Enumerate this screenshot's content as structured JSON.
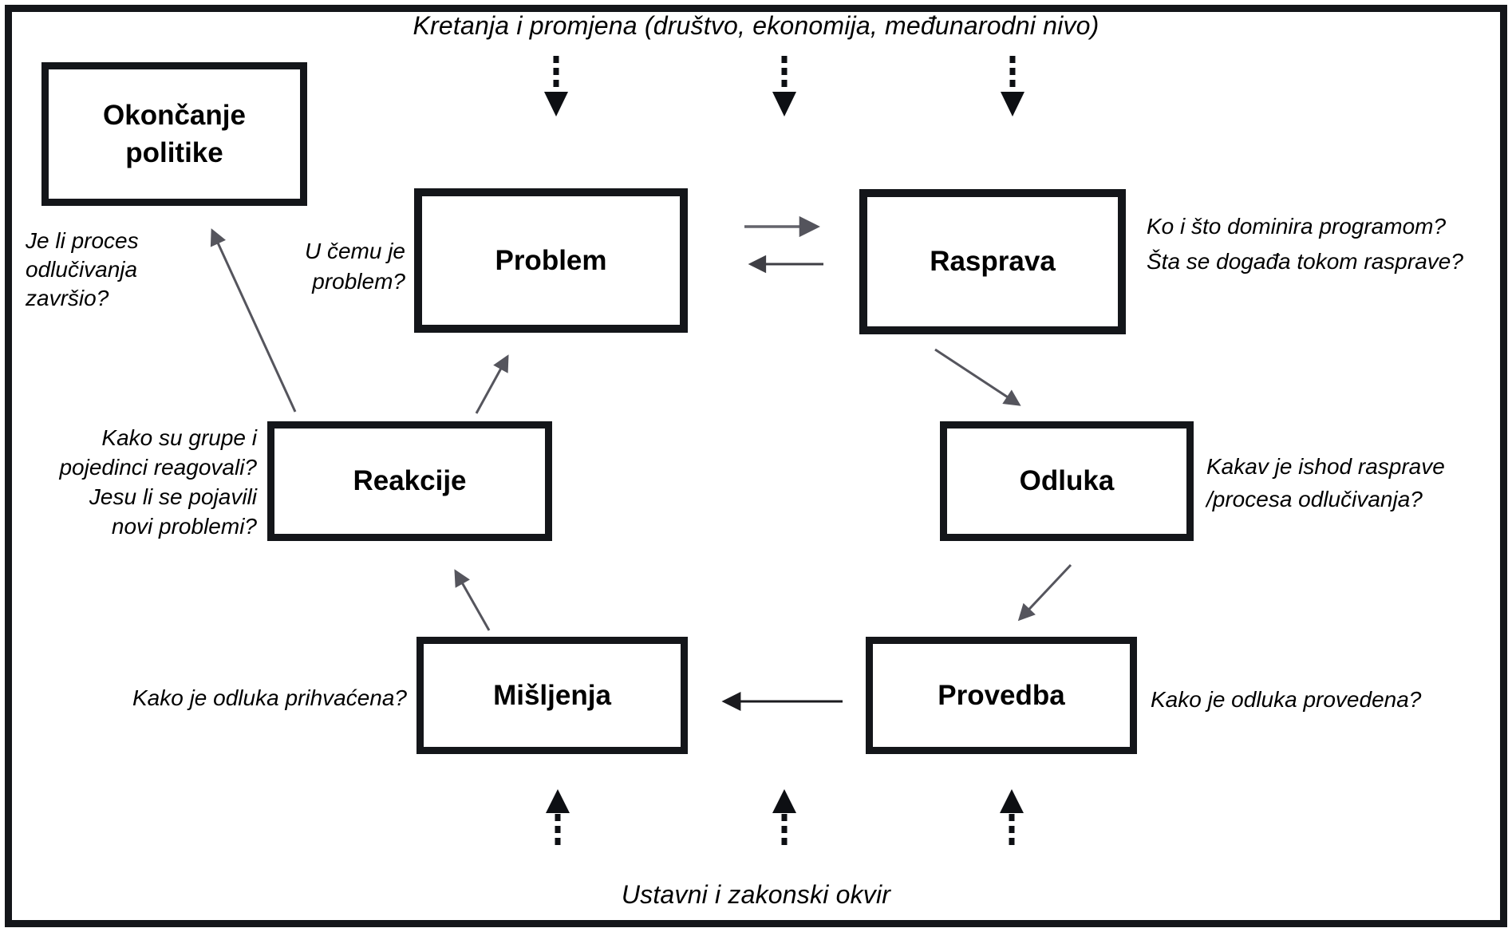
{
  "banners": {
    "top": "Kretanja i promjena (društvo, ekonomija, međunarodni nivo)",
    "bottom": "Ustavni i zakonski okvir"
  },
  "boxes": {
    "okoncanje": {
      "label": "Okončanje\npolitike"
    },
    "problem": {
      "label": "Problem"
    },
    "rasprava": {
      "label": "Rasprava"
    },
    "odluka": {
      "label": "Odluka"
    },
    "reakcije": {
      "label": "Reakcije"
    },
    "misljenja": {
      "label": "Mišljenja"
    },
    "provedba": {
      "label": "Provedba"
    }
  },
  "questions": {
    "okoncanje": {
      "lines": [
        "Je li proces",
        "odlučivanja",
        "završio?"
      ]
    },
    "problem": {
      "lines": [
        "U čemu je",
        "problem?"
      ]
    },
    "rasprava": {
      "lines": [
        "Ko i što dominira programom?",
        "Šta se događa tokom rasprave?"
      ]
    },
    "odluka": {
      "lines": [
        "Kakav je ishod rasprave",
        "/procesa odlučivanja?"
      ]
    },
    "provedba": {
      "lines": [
        "Kako je odluka provedena?"
      ]
    },
    "misljenja": {
      "lines": [
        "Kako je odluka prihvaćena?"
      ]
    },
    "reakcije": {
      "lines": [
        "Kako su grupe i",
        "pojedinci reagovali?",
        "Jesu li se pojavili",
        "novi problemi?"
      ]
    }
  },
  "colors": {
    "background": "#ffffff",
    "frame_border": "#14161a",
    "box_border": "#14161a",
    "text": "#000000",
    "arrow_gray": "#55555d",
    "arrow_medium_gray": "#64646c",
    "arrow_dark_gray": "#3e3e44",
    "arrow_black": "#1b1b1f",
    "dashed_arrow": "#0d0f13"
  }
}
